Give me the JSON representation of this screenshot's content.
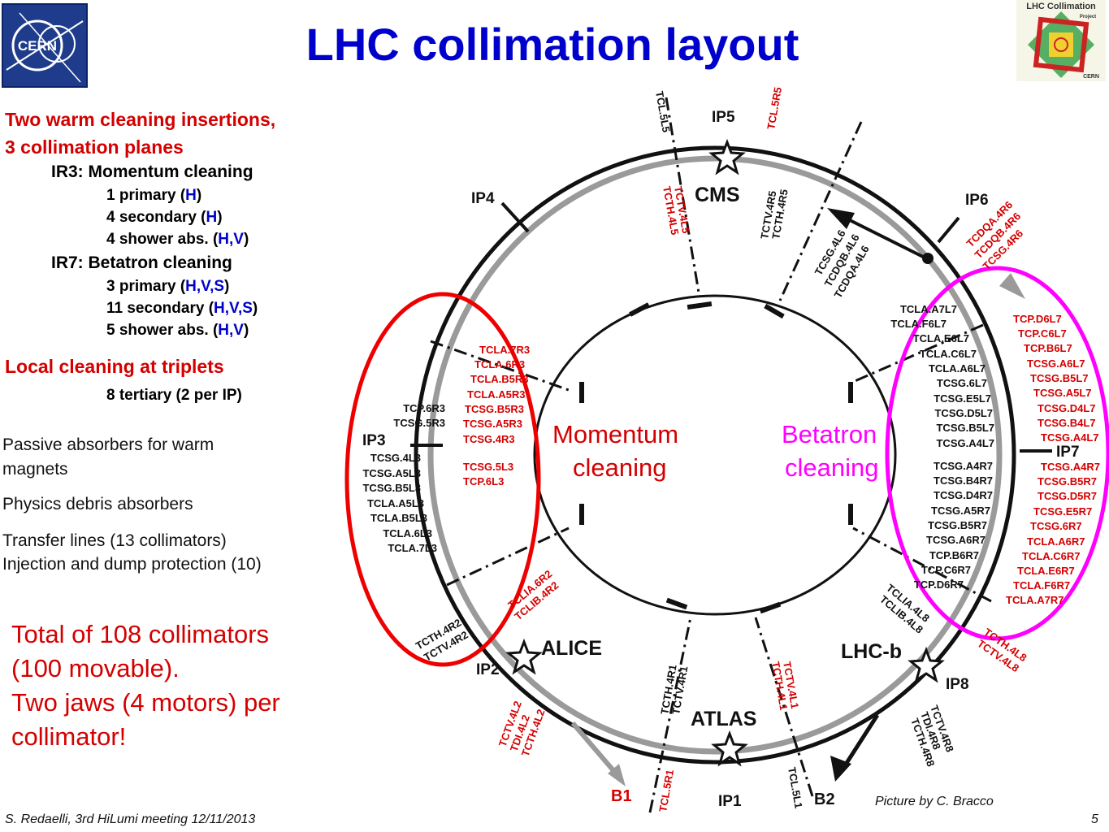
{
  "title": "LHC collimation layout",
  "logos": {
    "cern": "CERN",
    "collimation_line1": "LHC Collimation",
    "collimation_line2": "Project",
    "collimation_bottom": "CERN"
  },
  "left": {
    "heading1": "Two warm cleaning insertions,",
    "heading2": "3 collimation planes",
    "ir3_title": "IR3: Momentum cleaning",
    "ir3_items": [
      {
        "pre": "1 primary (",
        "planes": "H",
        "post": ")"
      },
      {
        "pre": "4 secondary (",
        "planes": "H",
        "post": ")"
      },
      {
        "pre": "4 shower abs. (",
        "planes": "H,V",
        "post": ")"
      }
    ],
    "ir7_title": "IR7: Betatron cleaning",
    "ir7_items": [
      {
        "pre": "3 primary (",
        "planes": "H,V,S",
        "post": ")"
      },
      {
        "pre": "11 secondary (",
        "planes": "H,V,S",
        "post": ")"
      },
      {
        "pre": "5 shower abs. (",
        "planes": "H,V",
        "post": ")"
      }
    ],
    "local_heading": "Local cleaning at triplets",
    "local_item": "8 tertiary (2 per IP)",
    "passive1": "Passive absorbers for warm",
    "passive2": "magnets",
    "physics": "Physics debris absorbers",
    "transfer": "Transfer lines (13 collimators)",
    "injection": "Injection and dump protection (10)",
    "total1": "Total of 108 collimators",
    "total2": "(100 movable).",
    "total3": "Two jaws (4 motors) per",
    "total4": "collimator!"
  },
  "diagram": {
    "ip_labels": {
      "ip1": "IP1",
      "ip2": "IP2",
      "ip3": "IP3",
      "ip4": "IP4",
      "ip5": "IP5",
      "ip6": "IP6",
      "ip7": "IP7",
      "ip8": "IP8"
    },
    "experiments": {
      "cms": "CMS",
      "alice": "ALICE",
      "atlas": "ATLAS",
      "lhcb": "LHC-b"
    },
    "beams": {
      "b1": "B1",
      "b2": "B2"
    },
    "momentum_1": "Momentum",
    "momentum_2": "cleaning",
    "betatron_1": "Betatron",
    "betatron_2": "cleaning",
    "ir3_black": [
      "TCP.6R3",
      "TCSG.5R3",
      "TCSG.4L3",
      "TCSG.A5L3",
      "TCSG.B5L3",
      "TCLA.A5L3",
      "TCLA.B5L3",
      "TCLA.6L3",
      "TCLA.7L3"
    ],
    "ir3_red": [
      "TCLA.7R3",
      "TCLA.6R3",
      "TCLA.B5R3",
      "TCLA.A5R3",
      "TCSG.B5R3",
      "TCSG.A5R3",
      "TCSG.4R3",
      "TCSG.5L3",
      "TCP.6L3"
    ],
    "ir7_black": [
      "TCLA.A7L7",
      "TCLA.F6L7",
      "TCLA.E6L7",
      "TCLA.C6L7",
      "TCLA.A6L7",
      "TCSG.6L7",
      "TCSG.E5L7",
      "TCSG.D5L7",
      "TCSG.B5L7",
      "TCSG.A4L7",
      "TCSG.A4R7",
      "TCSG.B4R7",
      "TCSG.D4R7",
      "TCSG.A5R7",
      "TCSG.B5R7",
      "TCSG.A6R7",
      "TCP.B6R7",
      "TCP.C6R7",
      "TCP.D6R7"
    ],
    "ir7_red": [
      "TCP.D6L7",
      "TCP.C6L7",
      "TCP.B6L7",
      "TCSG.A6L7",
      "TCSG.B5L7",
      "TCSG.A5L7",
      "TCSG.D4L7",
      "TCSG.B4L7",
      "TCSG.A4L7",
      "TCSG.A4R7",
      "TCSG.B5R7",
      "TCSG.D5R7",
      "TCSG.E5R7",
      "TCSG.6R7",
      "TCLA.A6R7",
      "TCLA.C6R7",
      "TCLA.E6R7",
      "TCLA.F6R7",
      "TCLA.A7R7"
    ],
    "tcl5l5": "TCL.5L5",
    "tcl5r5": "TCL.5R5",
    "ip5_left_red": [
      "TCTV.4L5",
      "TCTH.4L5"
    ],
    "ip5_right_black": [
      "TCTV.4R5",
      "TCTH.4R5"
    ],
    "ir6_black": [
      "TCSG.4L6",
      "TCDQB.4L6",
      "TCDQA.4L6"
    ],
    "ir6_red": [
      "TCDQA.4R6",
      "TCDQB.4R6",
      "TCSG.4R6"
    ],
    "ip2_black": [
      "TCTH.4R2",
      "TCTV.4R2"
    ],
    "ip2_red_right": [
      "TCLIA.6R2",
      "TCLIB.4R2"
    ],
    "ip2_red_low": [
      "TCTV.4L2",
      "TDI.4L2",
      "TCTH.4L2"
    ],
    "ip1_black_left": [
      "TCTH.4R1",
      "TCTV.4R1"
    ],
    "ip1_red_right": [
      "TCTH.4L1",
      "TCTV.4L1"
    ],
    "tcl5r1": "TCL.5R1",
    "tcl5l1": "TCL.5L1",
    "ip8_black_left": [
      "TCLIA.4L8",
      "TCLIB.4L8"
    ],
    "ip8_red": [
      "TCTH.4L8",
      "TCTV.4L8"
    ],
    "ip8_black_low": [
      "TCTV.4R8",
      "TDI.4R8",
      "TCTH.4R8"
    ]
  },
  "colors": {
    "title_blue": "#0000cc",
    "accent_red": "#d40000",
    "magenta": "#ff00ff",
    "ring_grey": "#9a9a9a"
  },
  "footer": "S. Redaelli, 3rd HiLumi meeting 12/11/2013",
  "page_number": "5",
  "credit": "Picture by C. Bracco"
}
